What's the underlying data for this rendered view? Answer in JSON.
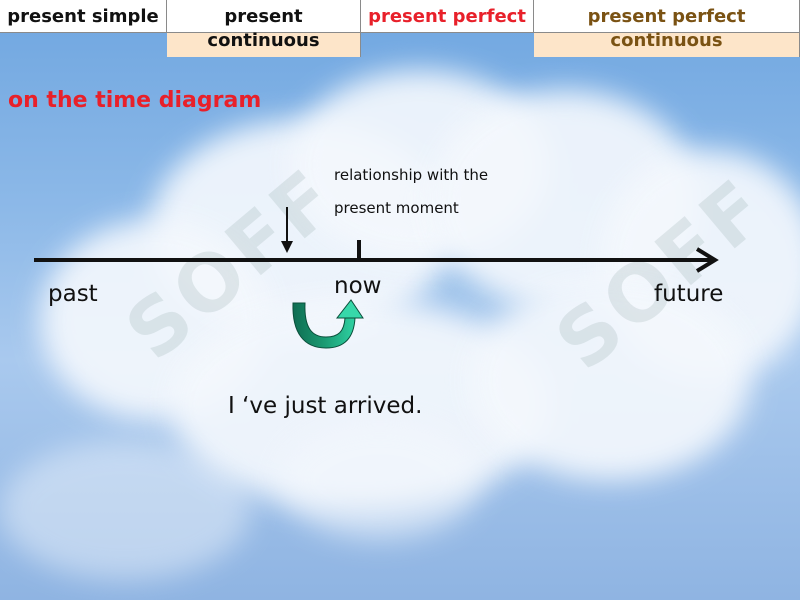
{
  "tabs": [
    {
      "label": "present simple",
      "color": "#111111"
    },
    {
      "label_line1": "present",
      "label_line2": "continuous",
      "color": "#111111"
    },
    {
      "label": "present perfect",
      "color": "#e8202a"
    },
    {
      "label_line1": "present perfect",
      "label_line2": "continuous",
      "color": "#7a5213"
    }
  ],
  "heading": "on the time diagram",
  "relationship_note": {
    "line1": "relationship with the",
    "line2": "present moment"
  },
  "timeline": {
    "past": "past",
    "now": "now",
    "future": "future"
  },
  "example_sentence": "I ‘ve just arrived.",
  "icons": {
    "curved_arrow": "curved-arrow-icon",
    "down_arrow": "down-arrow-icon"
  },
  "colors": {
    "heading": "#e8202a",
    "curved_arrow": "#149a6d"
  }
}
